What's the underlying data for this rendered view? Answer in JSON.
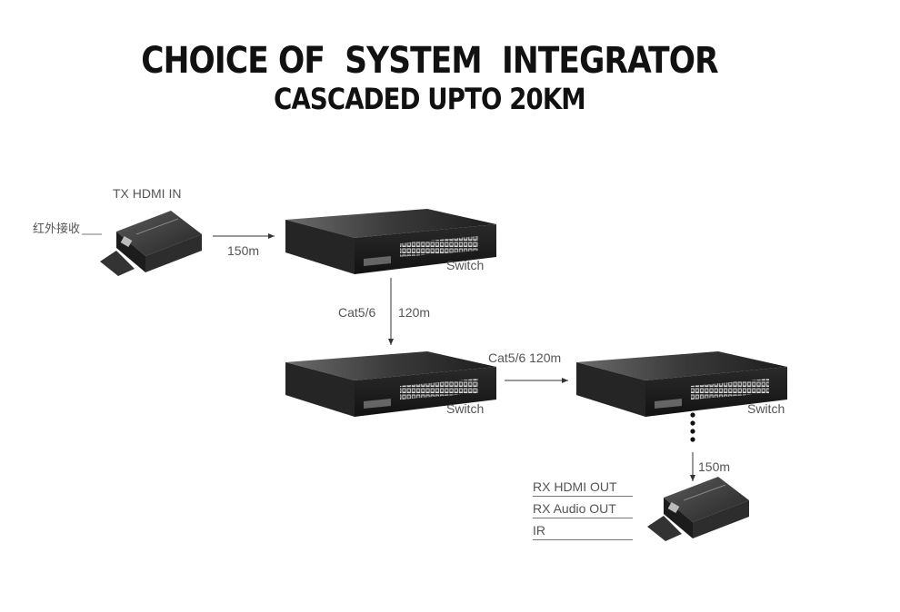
{
  "header": {
    "title": "CHOICE OF  SYSTEM  INTEGRATOR",
    "subtitle": "CASCADED UPTO 20KM"
  },
  "tx": {
    "label": "TX HDMI IN",
    "ir_label": "红外接收"
  },
  "links": {
    "tx_to_switch1": "150m",
    "switch1_to_switch2_cable": "Cat5/6",
    "switch1_to_switch2_length": "120m",
    "switch2_to_switch3": "Cat5/6 120m",
    "switch3_to_rx": "150m"
  },
  "switches": [
    {
      "label": "Switch"
    },
    {
      "label": "Switch"
    },
    {
      "label": "Switch"
    }
  ],
  "rx": {
    "outputs": [
      "RX HDMI OUT",
      "RX Audio OUT",
      "IR"
    ]
  }
}
